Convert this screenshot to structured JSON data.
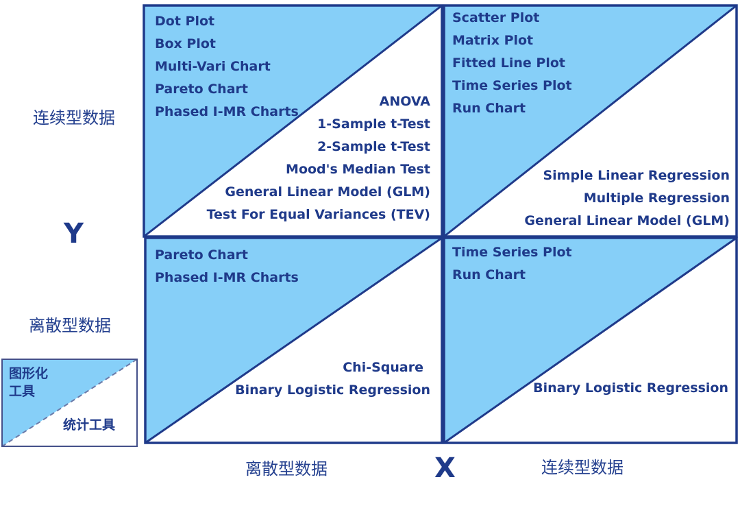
{
  "colors": {
    "fill": "#86cff8",
    "border": "#1f3a8a",
    "text": "#1f3a8a"
  },
  "axes": {
    "y_letter": "Y",
    "x_letter": "X",
    "y_top": "连续型数据",
    "y_bottom": "离散型数据",
    "x_left": "离散型数据",
    "x_right": "连续型数据"
  },
  "legend": {
    "graphic_line1": "图形化",
    "graphic_line2": "工具",
    "stat": "统计工具"
  },
  "quadrants": {
    "top_left": {
      "graphic": [
        "Dot Plot",
        "Box Plot",
        "Multi-Vari Chart",
        "Pareto Chart",
        "Phased I-MR Charts"
      ],
      "stats": [
        "ANOVA",
        "1-Sample t-Test",
        "2-Sample t-Test",
        "Mood's Median Test",
        "General Linear Model (GLM)",
        "Test For Equal Variances (TEV)"
      ]
    },
    "top_right": {
      "graphic": [
        "Scatter Plot",
        "Matrix Plot",
        "Fitted Line Plot",
        "Time Series Plot",
        "Run Chart"
      ],
      "stats": [
        "Simple Linear Regression",
        "Multiple Regression",
        "General Linear Model (GLM)"
      ]
    },
    "bottom_left": {
      "graphic": [
        "Pareto Chart",
        "Phased I-MR Charts"
      ],
      "stats": [
        "Chi-Square",
        "Binary Logistic Regression"
      ]
    },
    "bottom_right": {
      "graphic": [
        "Time Series Plot",
        "Run Chart"
      ],
      "stats": [
        "Binary Logistic Regression"
      ]
    }
  }
}
